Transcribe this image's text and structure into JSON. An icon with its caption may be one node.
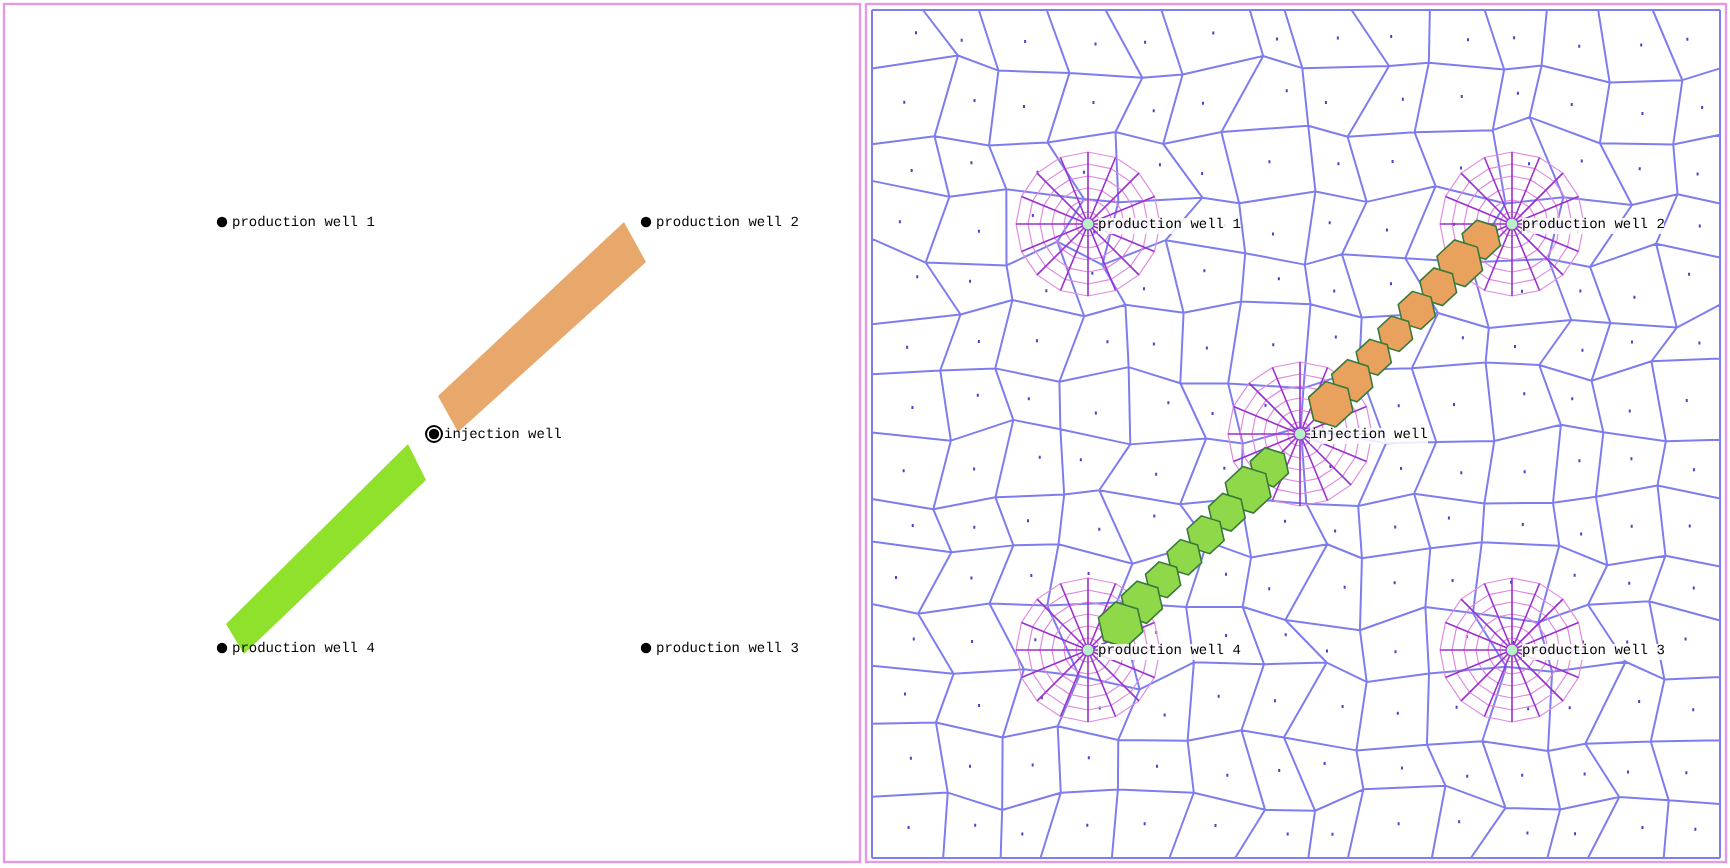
{
  "diagram": {
    "labels": [
      "production well 1",
      "production well 2",
      "injection well",
      "production well 4",
      "production well 3",
      "production well 1",
      "production well 2",
      "injection well",
      "production well 4",
      "production well 3"
    ]
  }
}
